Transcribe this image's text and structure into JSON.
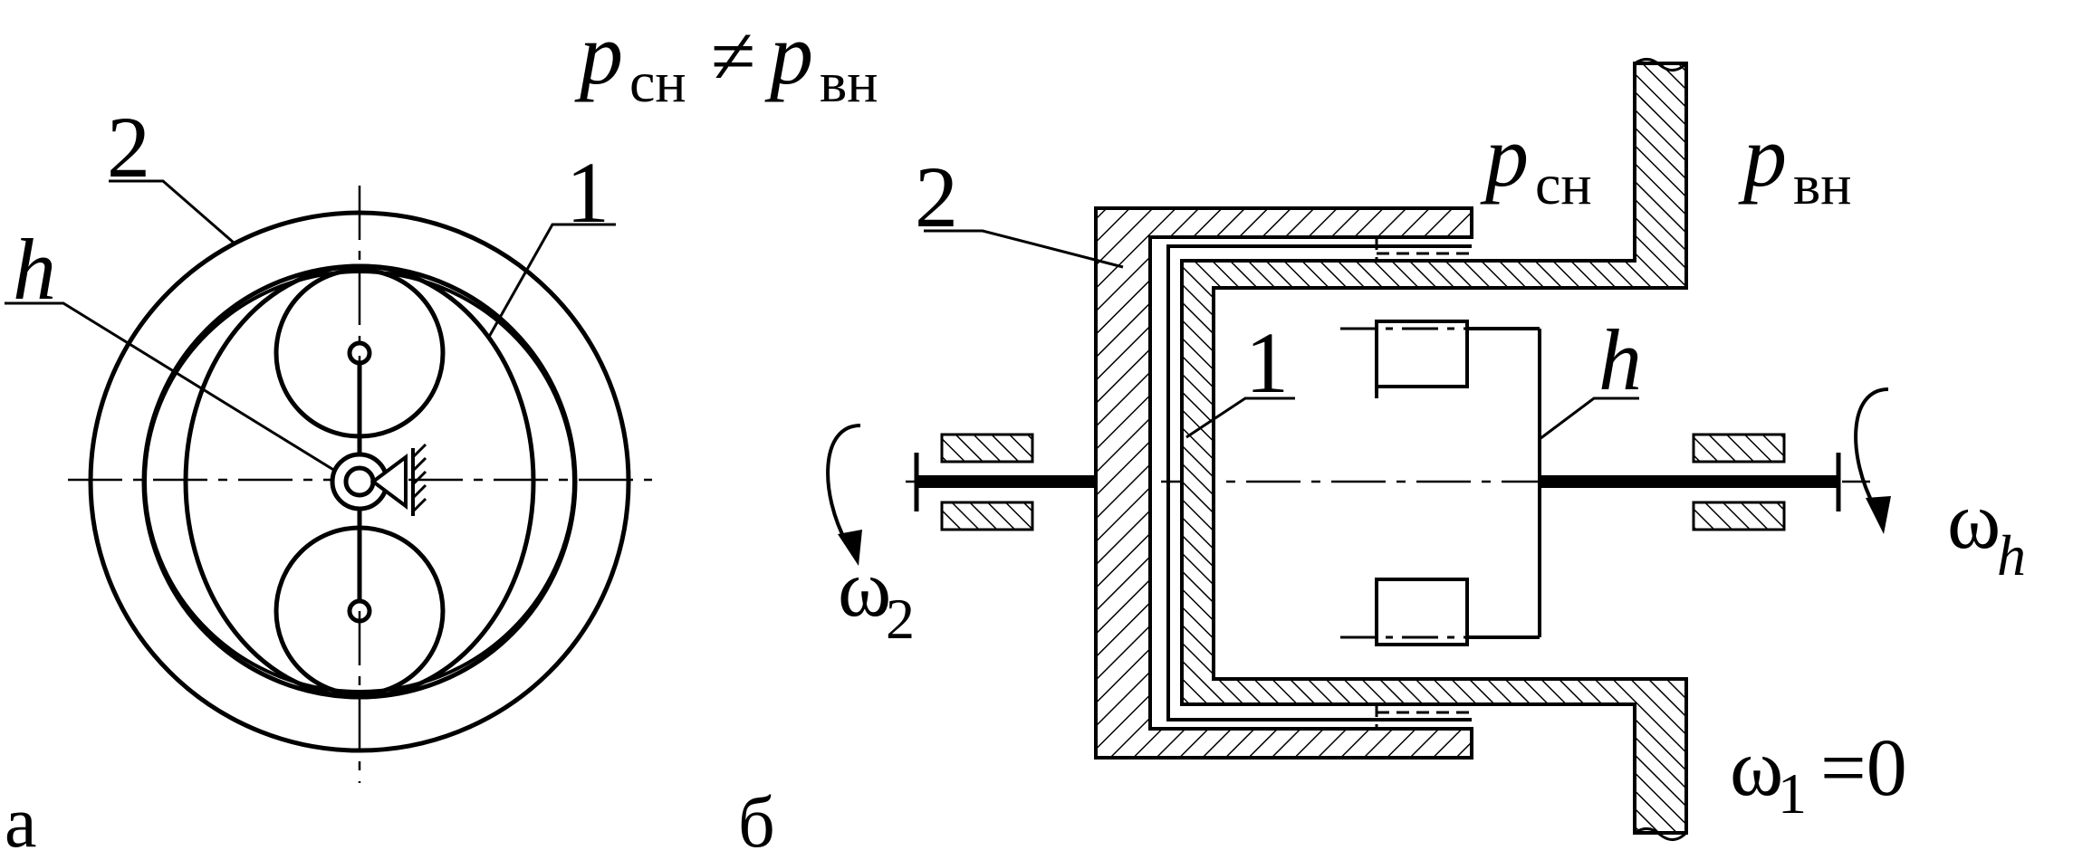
{
  "top_formula": {
    "p": "p",
    "sub_outer": "сн",
    "neq": "≠",
    "sub_inner": "вн"
  },
  "view_a": {
    "label": "а",
    "link_2": "2",
    "link_1": "1",
    "carrier": "h"
  },
  "view_b": {
    "label": "б",
    "link_2": "2",
    "link_1": "1",
    "carrier": "h",
    "p_outer": {
      "p": "p",
      "sub": "сн"
    },
    "p_inner": {
      "p": "p",
      "sub": "вн"
    },
    "omega_2": {
      "w": "ω",
      "sub": "2"
    },
    "omega_h": {
      "w": "ω",
      "sub": "h"
    },
    "omega_1": {
      "w": "ω",
      "sub": "1",
      "eq": "=0"
    }
  }
}
